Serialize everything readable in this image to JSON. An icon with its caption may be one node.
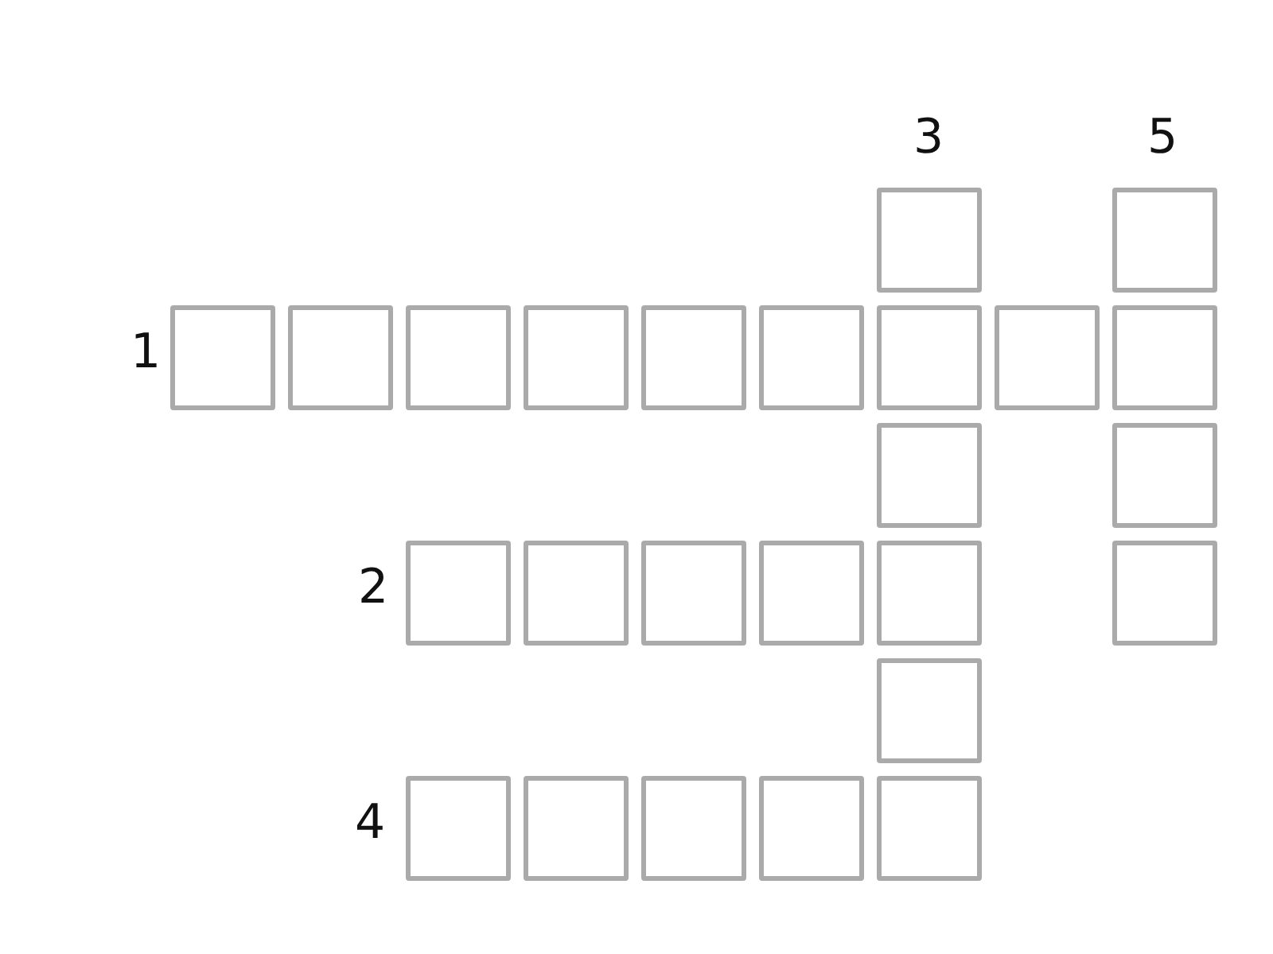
{
  "diagram": {
    "nodes": [
      {
        "text": [],
        "shape": "box"
      },
      {
        "text": [],
        "shape": "box"
      },
      {
        "text": [],
        "shape": "box"
      },
      {
        "text": [],
        "shape": "box"
      },
      {
        "text": [],
        "shape": "box"
      },
      {
        "text": [],
        "shape": "box"
      },
      {
        "text": [],
        "shape": "box"
      },
      {
        "text": [],
        "shape": "box"
      },
      {
        "text": [],
        "shape": "box"
      },
      {
        "text": [],
        "shape": "box"
      },
      {
        "text": [],
        "shape": "box"
      },
      {
        "text": [],
        "shape": "box"
      },
      {
        "text": [],
        "shape": "box"
      },
      {
        "text": [],
        "shape": "box"
      },
      {
        "text": [],
        "shape": "box"
      },
      {
        "text": [],
        "shape": "box"
      },
      {
        "text": [],
        "shape": "box"
      },
      {
        "text": [],
        "shape": "box"
      },
      {
        "text": [],
        "shape": "box"
      },
      {
        "text": [],
        "shape": "box"
      },
      {
        "text": [],
        "shape": "box"
      },
      {
        "text": [],
        "shape": "box"
      },
      {
        "text": [],
        "shape": "box"
      },
      {
        "text": [],
        "shape": "box"
      },
      {
        "text": [],
        "shape": "box"
      }
    ],
    "labels": [
      "3",
      "5",
      "1",
      "2",
      "4"
    ]
  }
}
